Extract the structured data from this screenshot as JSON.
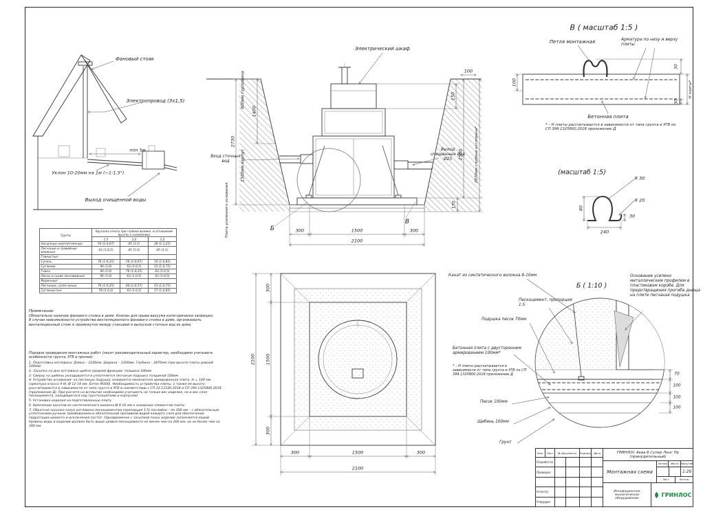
{
  "house": {
    "vent_stack": "Фановый стояк",
    "wire": "Электропровод (3х1,5)",
    "min_len": "min 5м",
    "slope": "Уклон 10-20мм на 1м (~1-1,5°)",
    "clean_out": "Выход очищенной воды"
  },
  "section": {
    "cabinet": "Электрический шкаф",
    "neck": "600мм горловина",
    "body": "1300мм корпус",
    "base": "Плита усиленного основания",
    "inlet": "Вход сточных вод",
    "outlet": "Выход очищенных вод Ø25",
    "dim_1400": "1400",
    "dim_2730": "2730",
    "dim_150": "150",
    "dim_100": "100",
    "dim_2500": "2500",
    "dim_depth": "2870мм глубина котлована*",
    "dim_170": "170",
    "dim_300l": "300",
    "dim_1500": "1500",
    "dim_300r": "300",
    "dim_2100": "2100",
    "marker_b": "Б",
    "marker_v": "В"
  },
  "detail_v": {
    "title": "В ( масштаб 1:5 )",
    "loop": "Петля монтажная",
    "rebar": "Арматура по низу и верху плиты",
    "slab": "Бетонная плита",
    "dim_100": "100",
    "dim_30t": "30",
    "dim_h": "Н плиты*",
    "dim_30b": "30",
    "note": "* – Н плиты рассчитывается в зависимости от типа грунта и УГВ по СП 399.1325800.2018 приложение Д"
  },
  "detail_loop": {
    "title": "(масштаб 1:5)",
    "r30": "R 30",
    "r20": "R 20",
    "dim_80": "80",
    "dim_30": "30",
    "dim_240": "240"
  },
  "plan": {
    "dim_300a": "300",
    "dim_1500a": "1500",
    "dim_300b": "300",
    "dim_2100a": "2100",
    "dim_300c": "300",
    "dim_1500b": "1500",
    "dim_300d": "300",
    "dim_2100b": "2100"
  },
  "detail_b": {
    "title": "Б ( 1:10 )",
    "rope": "Канат из синтетического волокна 8-10мм",
    "base_note": "Основание усилено металлическим профилем в пластиковом коробе. Для предотвращения прогиба днища на плите песчаная подушка",
    "sandcement": "Пескоцемент, пропорция 1:5",
    "sand_cushion": "Подушка песок 70мм",
    "slab": "Бетонная плита с двусторонним армированием 100мм*",
    "slab_note": "* – Н плиты рассчитывается в зависимости от типа грунта и УГВ по СП 399.1325800.2018 приложение Д",
    "sand": "Песок 100мм",
    "gravel": "Щебень 100мм",
    "soil": "Грунт",
    "dim_70": "70",
    "dim_100a": "100",
    "dim_100b": "100",
    "dim_100c": "100"
  },
  "soil_table": {
    "col_groups": "Грунты",
    "header": "Крутизна откоса при глубине выемки, м (отношение высоты к заложению)",
    "depths": [
      "1,5",
      "3,0",
      "5,0"
    ],
    "rows": [
      {
        "name": "Насыпные неуплотненные",
        "v": [
          "56 (1:0,67)",
          "45 (1:1)",
          "38 (1:1,25)"
        ]
      },
      {
        "name": "Песчаные и гравийные влажные",
        "v": [
          "63 (1:0,5)",
          "45 (1:1)",
          "45 (1:1)"
        ]
      },
      {
        "name": "Глинистые:",
        "v": [
          "",
          "",
          ""
        ]
      },
      {
        "name": "Супесь",
        "v": [
          "76 (1:0,25)",
          "56 (1:0,67)",
          "50 (1:0,85)"
        ]
      },
      {
        "name": "Суглинок",
        "v": [
          "90 (1:0)",
          "63 (1:0,5)",
          "53 (1:0,75)"
        ]
      },
      {
        "name": "Глина",
        "v": [
          "90 (1:0)",
          "76 (1:0,25)",
          "63 (1:0,5)"
        ]
      },
      {
        "name": "Лессы и сухие лессовидные",
        "v": [
          "90 (1:0)",
          "63 (1:0,5)",
          "63 (1:0,5)"
        ]
      },
      {
        "name": "Моренные:",
        "v": [
          "",
          "",
          ""
        ]
      },
      {
        "name": "Песчаные, супесчаные",
        "v": [
          "76 (1:0,25)",
          "60 (1:0,57)",
          "53 (1:0,75)"
        ]
      },
      {
        "name": "Суглинистые",
        "v": [
          "78 (1:0,2)",
          "63 (1:0,5)",
          "57 (1:0,65)"
        ]
      }
    ]
  },
  "note": {
    "title": "Примечание:",
    "text": "Обязательно наличие фанового стояка в доме. Клапан для срыва вакуума категорически запрещен. В случае невозможности устройства вентиляционного фанового стояка в доме, организовать вентиляционный стояк в промежутке между станцией и выпуском сточных вод из дома"
  },
  "procedure": {
    "title": "Порядок проведения монтажных работ (носит рекомендательный характер, необходимо учитывать особенности грунта, УГВ и прочее):",
    "items": [
      "1. Подготовка котлована: Длина – 2100мм.  Ширина – 2100мм. Глубина – 2870мм (при высоте плиты равной 100мм)",
      "2. Засыпка на дно котлована щебня средней фракции; толщина 100мм",
      "3. Сверху на щебень укладывается и уплотняется песчаная подушка толщиной 100мм",
      "4. Устройство основания: на песчаную подушку заливается монолитная армированная плита. Н = 100 мм (арматура класса А-III, Ø 12-14 мм. Бетон М300). Необходимость устройства плиты, а также ее высота рассчитываются в зависимости от типа грунта и УГВ в соответствии с СП 32.13330.2018 и СП 399.1325800.2018 (приложение Д). При расчете на всплытие необходимо учитывать не только вес изделия, но и вес слоя пескоцемента, находящегося над грунтозацепами и корпусом)",
      "5. Установка изделия на подготовленную плиту",
      "6. Крепление канатов из синтетического волокна Ø 8-10 мм к анкерным элементам плиты",
      "7. Обратная засыпка пазух котлована пескоцементом (пропорция 1:5) послойно – по 300 мм – с обязательным уплотнением ручным трамбованием и обязательной проливкой водой каждого слоя для обеспечения гидратации цемента и исключения пустот. Одновременно с засыпкой пазух изделие заполняется водой. Уровень воды в изделии должен быть выше уровня пескоцемента не менее чем на 200 мм, но не более чем на 300 мм"
    ]
  },
  "title_block": {
    "product": "ГРИНЛОС Аква 6 Супер Лонг Пр (принудительный)",
    "doc_name": "Монтажная схема",
    "litera": "Литера",
    "massa": "Масса",
    "scale_label": "Масштаб",
    "scale": "1:20",
    "sheet": "Лист",
    "sheets": "Листов",
    "tagline": "Инновационное экологическое оборудование",
    "logo": "ГРИНЛОС",
    "head_cols": [
      "Изм.",
      "Лист",
      "№ Документа",
      "Подпись",
      "Дата"
    ],
    "roles": [
      "Разработал",
      "Проверил",
      "",
      "Н.контр.",
      "Утвердил"
    ]
  }
}
